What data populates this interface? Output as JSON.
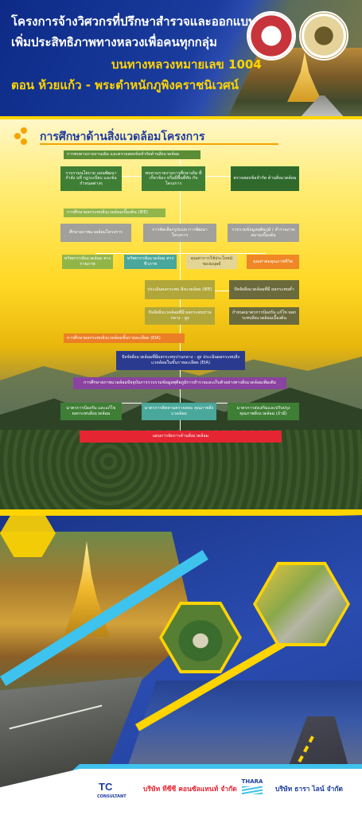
{
  "header": {
    "title_line1": "โครงการจ้างวิศวกรที่ปรึกษาสำรวจและออกแบบ",
    "title_line2": "เพิ่มประสิทธิภาพทางหลวงเพื่อคนทุกกลุ่ม",
    "title_line3": "บนทางหลวงหมายเลข 1004",
    "title_line4": "ตอน ห้วยแก้ว - พระตำหนักภูพิงคราชนิเวศน์",
    "accent_color": "#ffd400",
    "title_color": "#ffffff"
  },
  "section": {
    "title": "การศึกษาด้านสิ่งแวดล้อมโครงการ",
    "accent_color": "#f5a400"
  },
  "flow": {
    "stage1_header": "การทบทวนรายงานเดิม และตรวจสอบข้อจำกัดด้านสิ่งแวดล้อม",
    "stage1_box1": "รวบรวมนโยบาย แผนพัฒนา กำลัง บที กฎระเบียบ และข้อกำหนดต่างๆ",
    "stage1_box2": "ทบทวนรายงานการศึกษาเดิม ที่เกี่ยวข้อง หรือมีพื้นที่ทับ กับโครงการ",
    "stage1_box3": "ตรวจสอบข้อจำกัด ด้านสิ่งแวดล้อม",
    "stage2_header": "การศึกษาผลกระทบสิ่งแวดล้อมเบื้องต้น (IEE)",
    "stage2_left": "ศึกษาสภาพแวดล้อมโครงการ",
    "stage2_mid": "การคัดเลือกรูปแบบ การพัฒนาโครงการ",
    "stage2_right": "รวบรวมข้อมูลทุติยภูมิ / สำรวจภาคสนามเบื้องต้น",
    "resource1": "ทรัพยากรสิ่งแวดล้อม ทางกายภาพ",
    "resource2": "ทรัพยากรสิ่งแวดล้อม ทางชีวภาพ",
    "resource3": "คุณค่าการใช้ประโยชน์ ของมนุษย์",
    "resource4": "คุณค่าต่อคุณภาพชีวิต",
    "assess_iee": "ประเมินผลกระทบ สิ่งแวดล้อม (IEE)",
    "issues_box": "ปัจจัยสิ่งแวดล้อมที่มี ผลกระทบต่ำ",
    "factors_mid": "ปัจจัยสิ่งแวดล้อมที่มี ผลกระทบปานกลาง - สูง",
    "mitigation_right": "กำหนดมาตรการป้องกัน แก้ไข ผลกระทบสิ่งแวดล้อมเบื้องต้น",
    "stage3_header": "การศึกษาผลกระทบสิ่งแวดล้อมขั้นรายละเอียด (EIA)",
    "eia_box": "ปัจจัยสิ่งแวดล้อมที่มีผลกระทบปานกลาง - สูง ประเมินผลกระทบสิ่งแวดล้อมในขั้นรายละเอียด (EIA)",
    "purple_bar": "การศึกษาสภาพแวดล้อมปัจจุบันการรวบรวมข้อมูลทุติยภูมิการสำรวจและเก็บตัวอย่างทางสิ่งแวดล้อมเพิ่มเติม",
    "final1": "มาตรการป้องกัน และแก้ไข ผลกระทบสิ่งแวดล้อม",
    "final2": "มาตรการติดตามตรวจสอบ คุณภาพสิ่งแวดล้อม",
    "final3": "มาตรการส่งเสริมและปรับปรุง คุณภาพสิ่งแวดล้อม (ถ้ามี)",
    "plan": "แผนการจัดการด้านสิ่งแวดล้อม"
  },
  "footer": {
    "logo1_mark": "TC",
    "logo1_sub": "CONSULTANT",
    "company1": "บริษัท ทีซีซี คอนซัลแทนท์ จำกัด",
    "logo2_mark": "THARA",
    "company2": "บริษัท ธารา ไลน์ จำกัด"
  }
}
